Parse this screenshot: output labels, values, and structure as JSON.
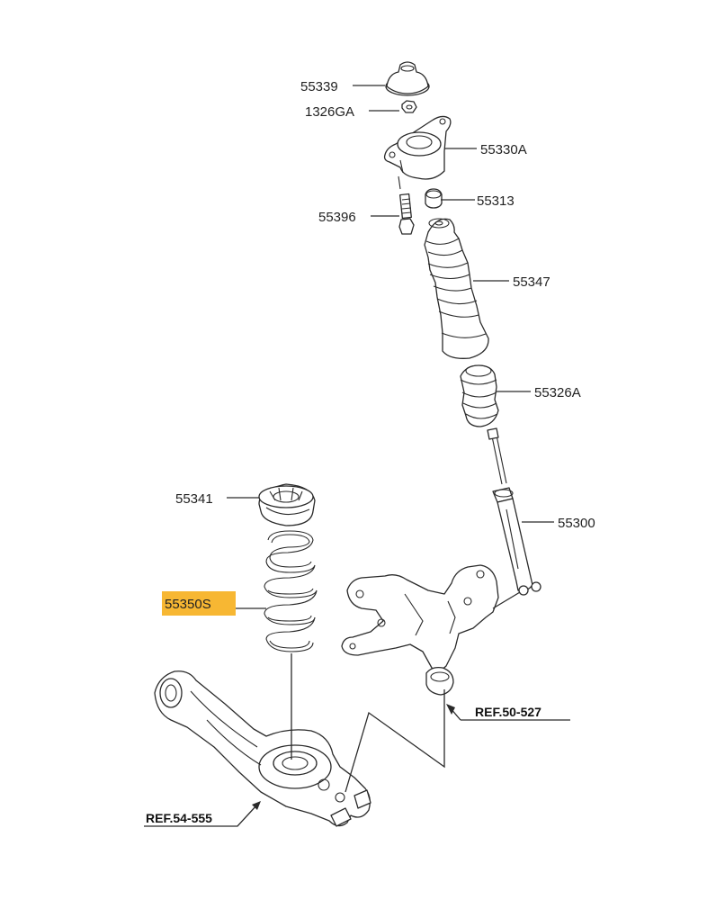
{
  "diagram": {
    "highlight_color": "#f7b733",
    "parts": [
      {
        "label": "55339"
      },
      {
        "label": "1326GA"
      },
      {
        "label": "55330A"
      },
      {
        "label": "55313"
      },
      {
        "label": "55396"
      },
      {
        "label": "55347"
      },
      {
        "label": "55326A"
      },
      {
        "label": "55341"
      },
      {
        "label": "55300"
      },
      {
        "label": "55350S",
        "highlighted": true
      }
    ],
    "refs": [
      {
        "label": "REF.50-527"
      },
      {
        "label": "REF.54-555"
      }
    ]
  }
}
